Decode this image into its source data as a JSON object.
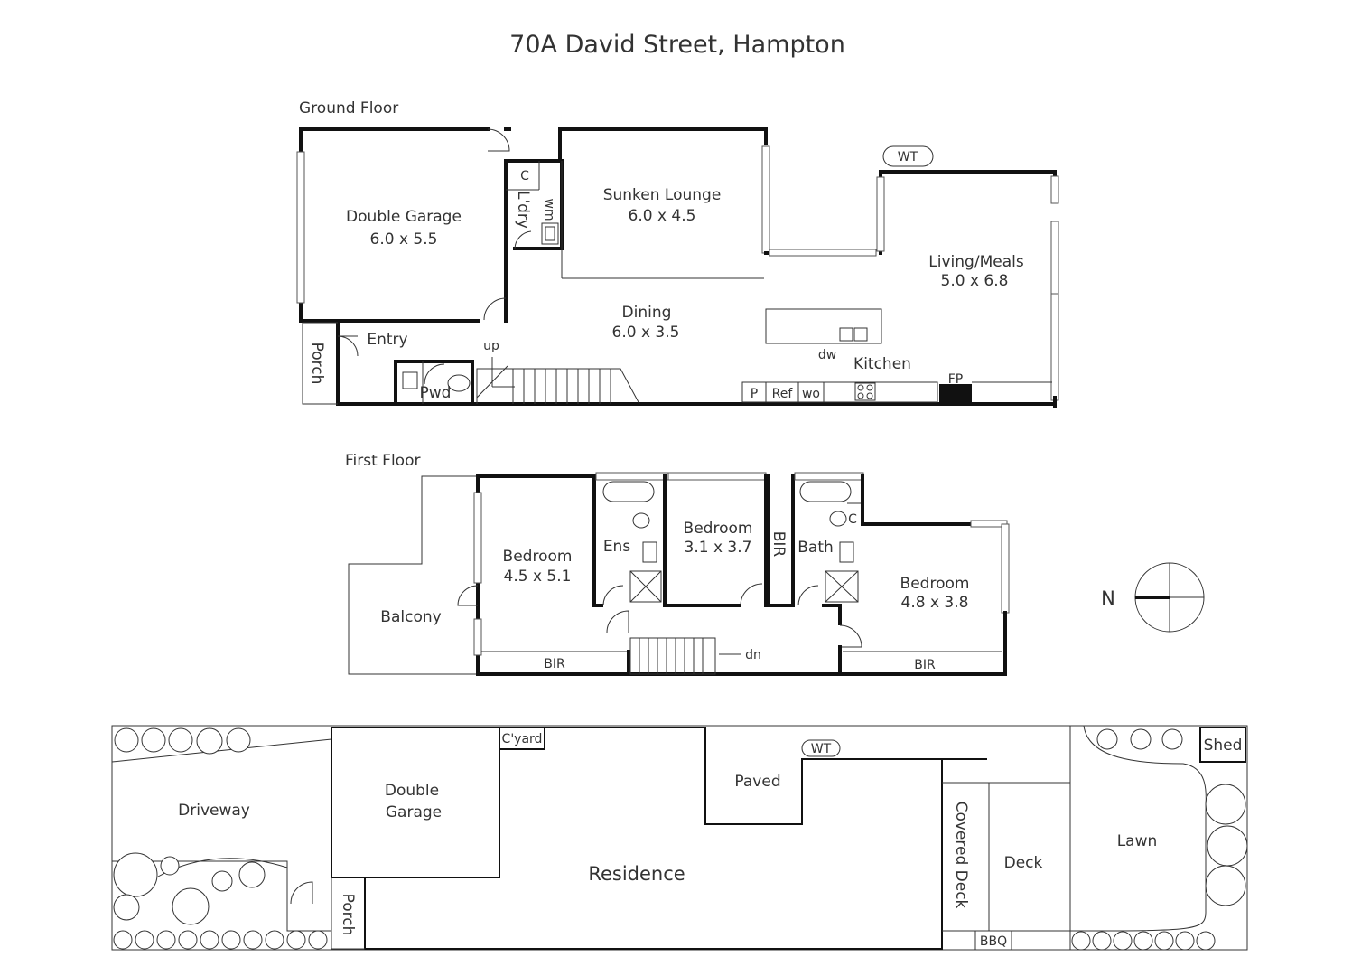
{
  "title": "70A David Street, Hampton",
  "ground_floor": {
    "heading": "Ground Floor",
    "double_garage": {
      "name": "Double Garage",
      "size": "6.0 x 5.5"
    },
    "cupboard": "C",
    "laundry": "L'dry",
    "washing_machine": "wm",
    "sunken_lounge": {
      "name": "Sunken Lounge",
      "size": "6.0 x 4.5"
    },
    "water_tank": "WT",
    "living_meals": {
      "name": "Living/Meals",
      "size": "5.0 x 6.8"
    },
    "dining": {
      "name": "Dining",
      "size": "6.0 x 3.5"
    },
    "entry": "Entry",
    "porch": "Porch",
    "up": "up",
    "powder": "Pwd",
    "dishwasher": "dw",
    "kitchen": "Kitchen",
    "pantry": "P",
    "fridge": "Ref",
    "wall_oven": "wo",
    "fireplace": "FP"
  },
  "first_floor": {
    "heading": "First Floor",
    "bedroom_1": {
      "name": "Bedroom",
      "size": "4.5 x 5.1"
    },
    "ensuite": "Ens",
    "bedroom_2": {
      "name": "Bedroom",
      "size": "3.1 x 3.7"
    },
    "bir_mid": "BIR",
    "bath": "Bath",
    "cupboard": "C",
    "bedroom_3": {
      "name": "Bedroom",
      "size": "4.8 x 3.8"
    },
    "balcony": "Balcony",
    "bir_left": "BIR",
    "dn": "dn",
    "bir_right": "BIR"
  },
  "compass": {
    "label": "N"
  },
  "site": {
    "driveway": "Driveway",
    "double_garage_line1": "Double",
    "double_garage_line2": "Garage",
    "courtyard": "C'yard",
    "paved": "Paved",
    "water_tank": "WT",
    "residence": "Residence",
    "porch": "Porch",
    "covered_deck": "Covered Deck",
    "deck": "Deck",
    "bbq": "BBQ",
    "lawn": "Lawn",
    "shed": "Shed"
  }
}
